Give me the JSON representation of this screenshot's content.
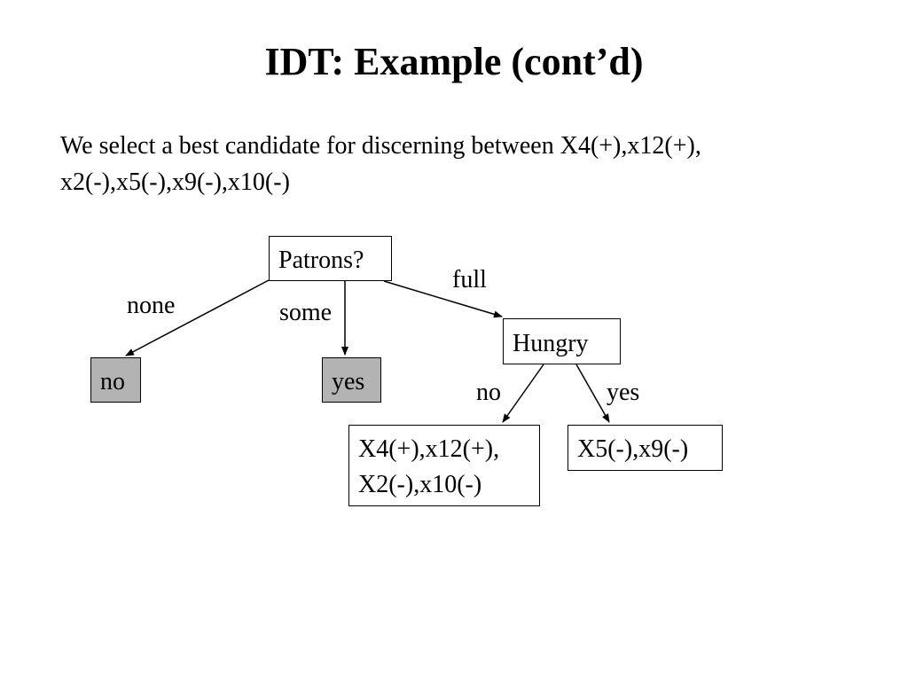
{
  "slide": {
    "title": "IDT: Example (cont’d)",
    "body": {
      "line1": "We select a best candidate for discerning between X4(+),x12(+),",
      "line2": "x2(-),x5(-),x9(-),x10(-)"
    }
  },
  "tree": {
    "root": {
      "label": "Patrons?"
    },
    "branches": {
      "none": "none",
      "some": "some",
      "full": "full"
    },
    "leaf_none": {
      "label": "no"
    },
    "leaf_some": {
      "label": "yes"
    },
    "hungry": {
      "label": "Hungry",
      "branch_no": "no",
      "branch_yes": "yes"
    },
    "set_no": {
      "line1": "X4(+),x12(+),",
      "line2": "X2(-),x10(-)"
    },
    "set_yes": {
      "label": "X5(-),x9(-)"
    }
  },
  "colors": {
    "leaf_fill": "#b3b3b3",
    "line": "#000000"
  }
}
